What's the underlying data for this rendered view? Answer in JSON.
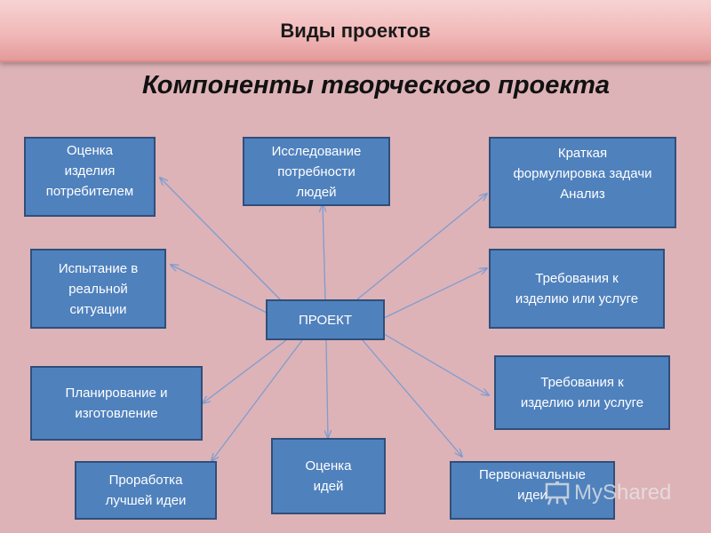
{
  "header": {
    "title": "Виды  проектов"
  },
  "subtitle": "Компоненты творческого проекта",
  "center": {
    "label": "ПРОЕКТ"
  },
  "boxes": [
    "Оценка\nизделия\nпотребителем",
    "Исследование\nпотребности\nлюдей",
    "Краткая\nформулировка задачи\nАнализ",
    "Испытание в\nреальной\nситуации",
    "Требования к\nизделию или услуге",
    "Требования к\nизделию или услуге",
    "Планирование и\nизготовление",
    "Оценка\nидей",
    "Проработка\nлучшей идеи",
    "Первоначальные\nидеи"
  ],
  "watermark": {
    "text": "MyShared"
  },
  "colors": {
    "box_fill": "#4f81bd",
    "box_border": "#2f4f7a",
    "arrow": "#7f9cd0",
    "background": "#ddb3b7"
  }
}
